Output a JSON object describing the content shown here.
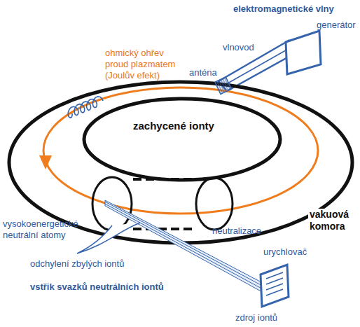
{
  "diagram": {
    "labels": [
      "elektromagnetické vlny",
      "generátor",
      "ohmický ohřev proud plazmatem (Joulův efekt)",
      "vlnovod",
      "anténa",
      "zachycené ionty",
      "vakuová komora",
      "vysokoenergetické neutrální atomy",
      "neutralizace",
      "urychlovač",
      "odchylení zbylých iontů",
      "vstřik svazků neutrálních iontů",
      "zdroj iontů"
    ]
  }
}
